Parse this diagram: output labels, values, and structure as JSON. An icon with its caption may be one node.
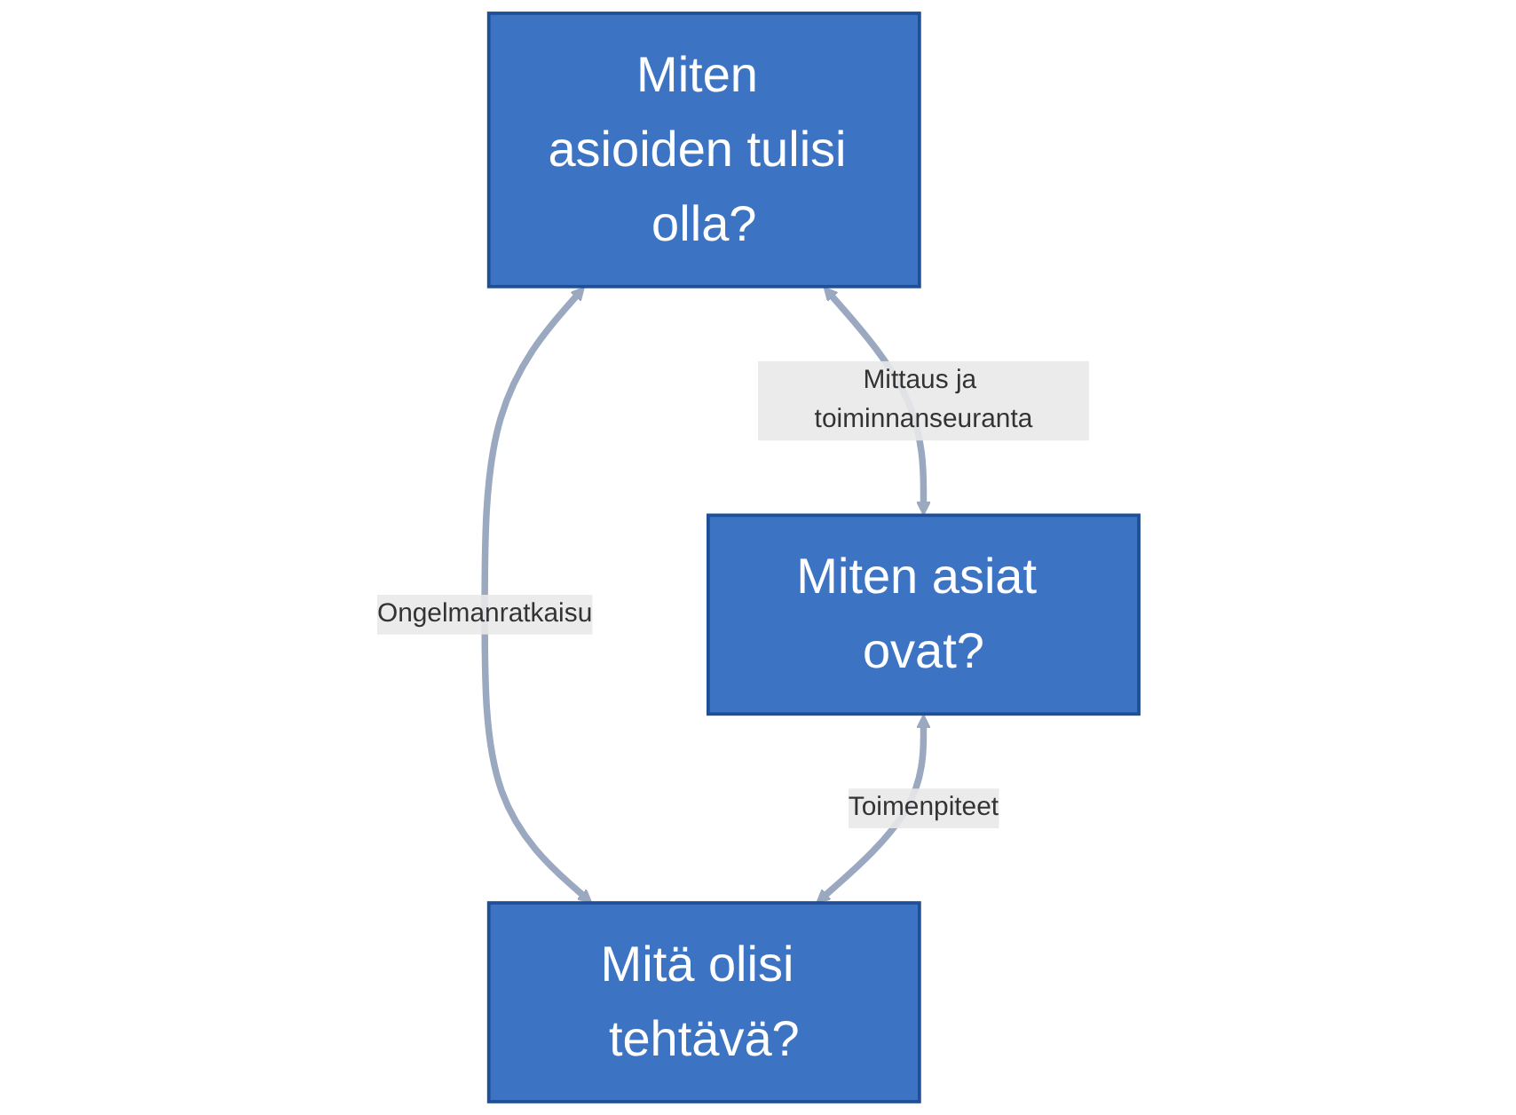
{
  "diagram": {
    "nodes": [
      {
        "text": [
          "Miten asioiden tulisi olla?"
        ]
      },
      {
        "text": [
          "Miten asiat ovat?"
        ]
      },
      {
        "text": [
          "Mitä olisi tehtävä?"
        ]
      }
    ],
    "edges": [
      {
        "from": 0,
        "to": 1,
        "arrow": "both",
        "label": "Mittaus ja toiminnanseuranta"
      },
      {
        "from": 0,
        "to": 2,
        "arrow": "both",
        "label": "Ongelmanratkaisu"
      },
      {
        "from": 1,
        "to": 2,
        "arrow": "both",
        "label": "Toimenpiteet"
      }
    ]
  }
}
